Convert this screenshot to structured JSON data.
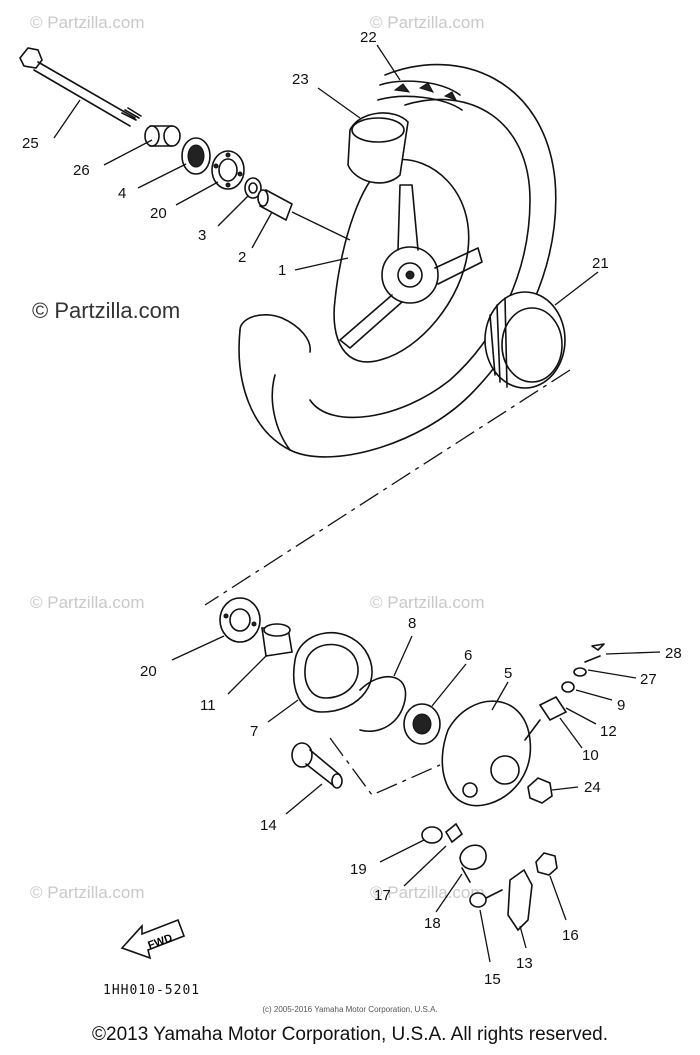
{
  "watermarks": {
    "top_left": "© Partzilla.com",
    "top_right": "© Partzilla.com",
    "middle": "© Partzilla.com",
    "mid_left": "© Partzilla.com",
    "mid_right": "© Partzilla.com",
    "bottom_left": "© Partzilla.com",
    "bottom_right": "© Partzilla.com"
  },
  "callouts": {
    "c1": "1",
    "c2": "2",
    "c3": "3",
    "c4": "4",
    "c5": "5",
    "c6": "6",
    "c7": "7",
    "c8": "8",
    "c9": "9",
    "c10": "10",
    "c11": "11",
    "c12": "12",
    "c13": "13",
    "c14": "14",
    "c15": "15",
    "c16": "16",
    "c17": "17",
    "c18": "18",
    "c19": "19",
    "c20a": "20",
    "c20b": "20",
    "c21": "21",
    "c22": "22",
    "c23": "23",
    "c24": "24",
    "c25": "25",
    "c26": "26",
    "c27": "27",
    "c28": "28"
  },
  "fwd_label": "FWD",
  "drawing_code": "1HH010-5201",
  "small_copyright": "(c) 2005-2016 Yamaha Motor Corporation, U.S.A.",
  "footer": "©2013 Yamaha Motor Corporation, U.S.A. All rights reserved."
}
